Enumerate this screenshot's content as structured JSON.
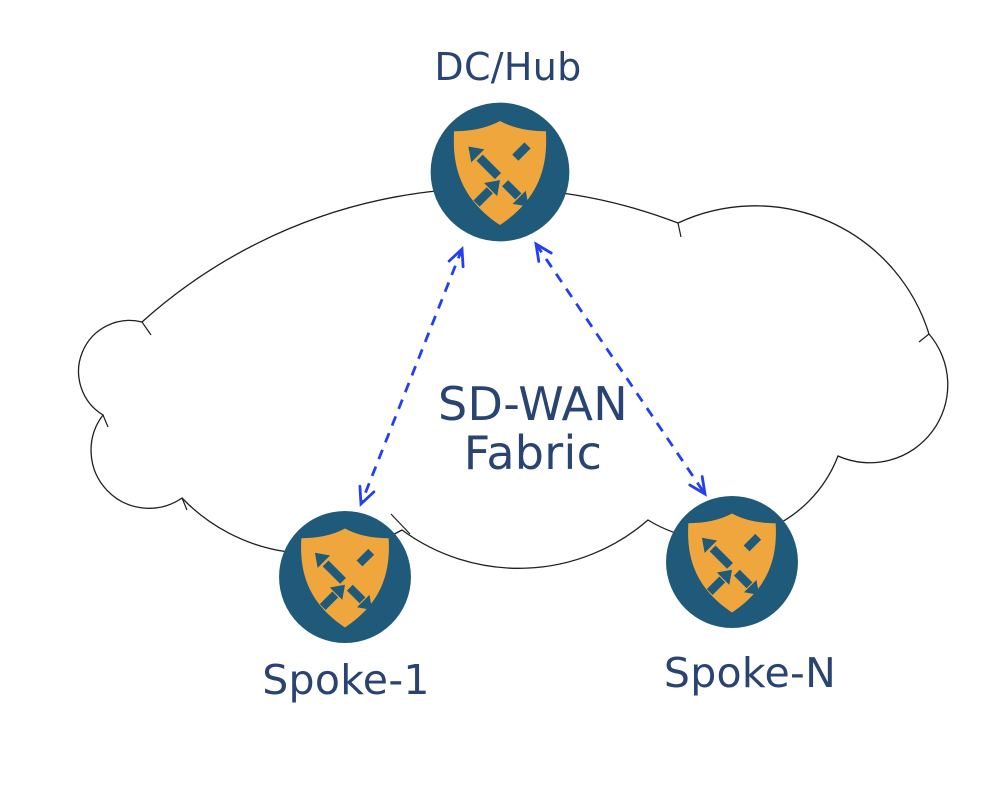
{
  "diagram": {
    "fabric_label": {
      "line1": "SD-WAN",
      "line2": "Fabric"
    },
    "nodes": [
      {
        "id": "dc-hub",
        "label": "DC/Hub",
        "role": "hub",
        "icon": "sdwan-edge-router-shield-icon"
      },
      {
        "id": "spoke-1",
        "label": "Spoke-1",
        "role": "spoke",
        "icon": "sdwan-edge-router-shield-icon"
      },
      {
        "id": "spoke-n",
        "label": "Spoke-N",
        "role": "spoke",
        "icon": "sdwan-edge-router-shield-icon"
      }
    ],
    "links": [
      {
        "from": "dc-hub",
        "to": "spoke-1",
        "style": "dashed",
        "bidirectional": true
      },
      {
        "from": "dc-hub",
        "to": "spoke-n",
        "style": "dashed",
        "bidirectional": true
      }
    ]
  },
  "colors": {
    "node": "#1f5a7a",
    "shield": "#efa73d",
    "blue": "#2240ee",
    "navy": "#294472",
    "cloud": "#1f1f1f",
    "bg": "#ffffff"
  }
}
